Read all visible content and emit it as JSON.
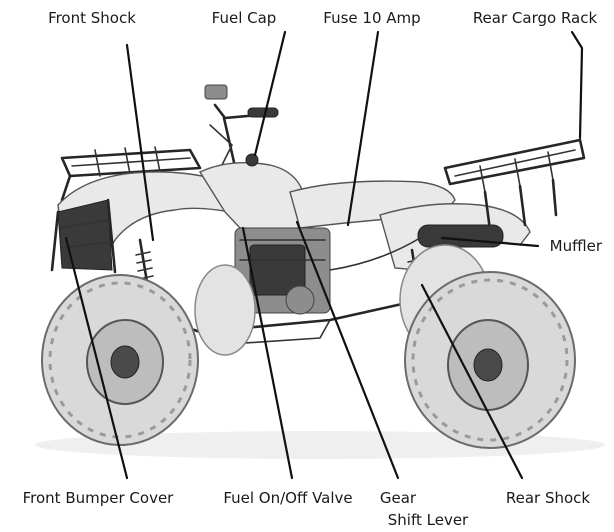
{
  "labels": {
    "front_shock": "Front Shock",
    "fuel_cap": "Fuel Cap",
    "fuse": "Fuse 10 Amp",
    "rear_cargo_rack": "Rear Cargo Rack",
    "muffler": "Muffler",
    "front_bumper_cover": "Front Bumper Cover",
    "fuel_valve": "Fuel On/Off Valve",
    "gear_shift_line1": "Gear",
    "gear_shift_line2": "Shift Lever",
    "rear_shock": "Rear Shock"
  }
}
